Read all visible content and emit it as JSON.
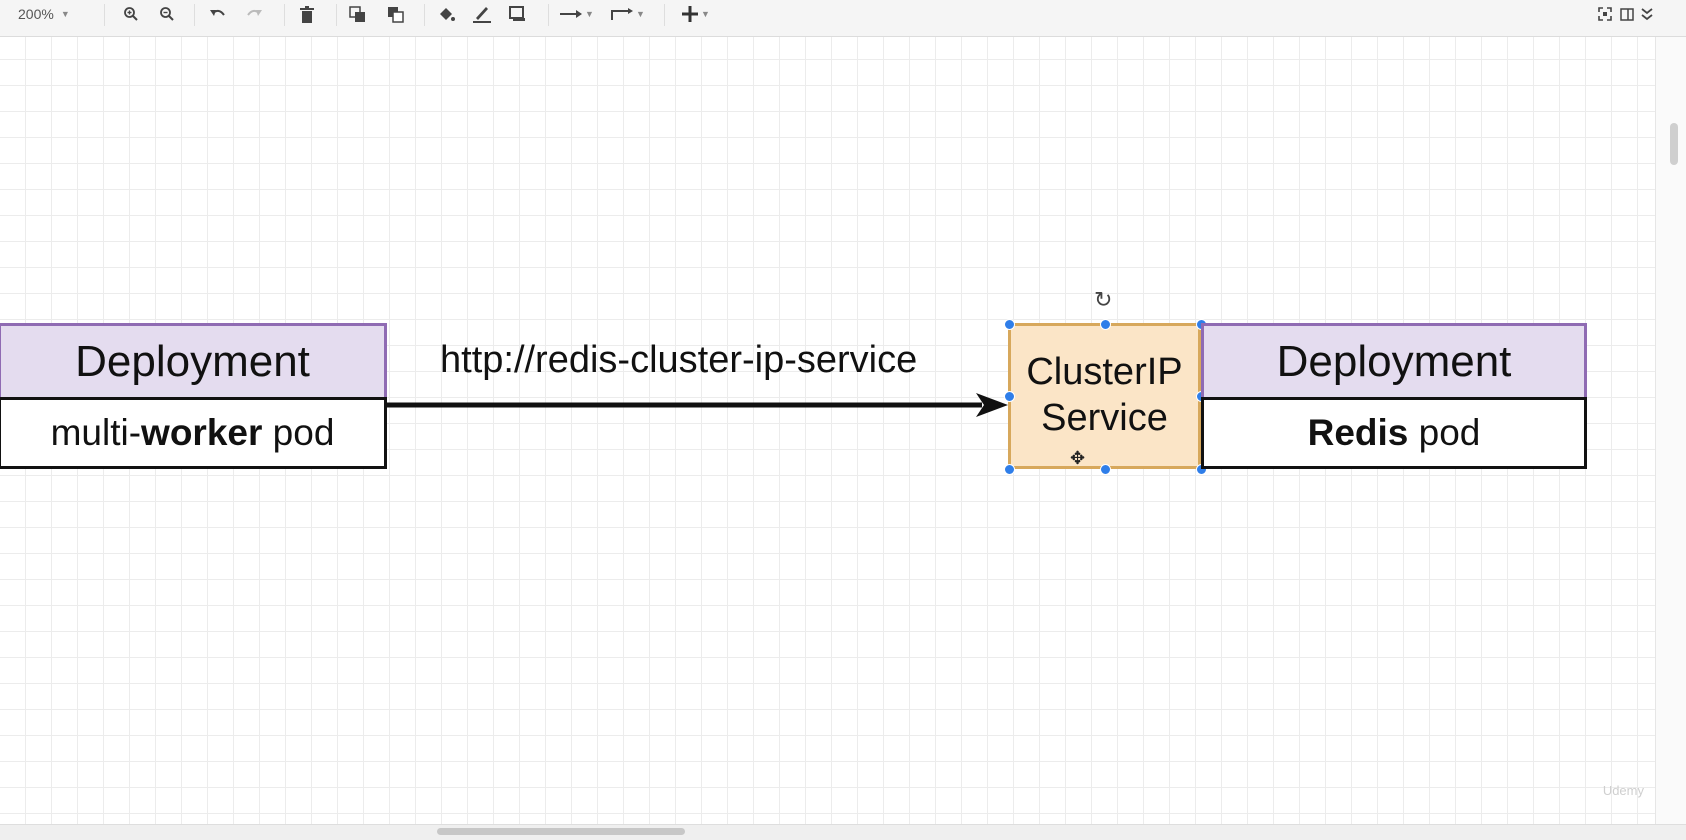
{
  "toolbar": {
    "zoom_label": "200%",
    "icons": [
      "zoom-in-icon",
      "zoom-out-icon",
      "undo-icon",
      "redo-icon",
      "delete-icon",
      "to-front-icon",
      "to-back-icon",
      "fill-color-icon",
      "line-color-icon",
      "shadow-icon",
      "connection-icon",
      "waypoints-icon",
      "insert-icon",
      "fullscreen-icon",
      "format-panel-icon",
      "collapse-icon"
    ]
  },
  "diagram": {
    "left_block": {
      "header": "Deployment",
      "body_prefix": "multi-",
      "body_bold": "worker",
      "body_suffix": " pod"
    },
    "connector_label": "http://redis-cluster-ip-service",
    "service": {
      "line1": "ClusterIP",
      "line2": "Service"
    },
    "right_block": {
      "header": "Deployment",
      "body_bold": "Redis",
      "body_suffix": " pod"
    }
  },
  "watermark": "Udemy",
  "colors": {
    "deployment_header_fill": "#e4dcef",
    "deployment_header_border": "#8f6bb3",
    "service_fill": "#fbe5c7",
    "service_border": "#d7a85c",
    "selection_handle": "#2f7ee9"
  }
}
